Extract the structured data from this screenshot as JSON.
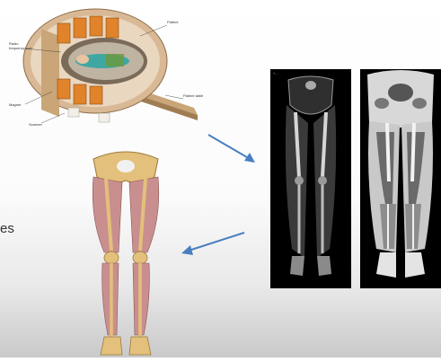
{
  "scanner": {
    "labels": {
      "radio_coil": "Radio frequency coil",
      "patient": "Patient",
      "patient_table": "Patient table",
      "magnet": "Magnet",
      "scanner": "Scanner"
    }
  },
  "side_text": "es",
  "mri": {
    "left_panel_mark": "+ -"
  },
  "colors": {
    "arrow": "#4a7fc1",
    "scanner_body": "#d9b995",
    "magnet_coils": "#e0832a",
    "bone": "#e3c07b",
    "muscle": "#c98f8f"
  }
}
